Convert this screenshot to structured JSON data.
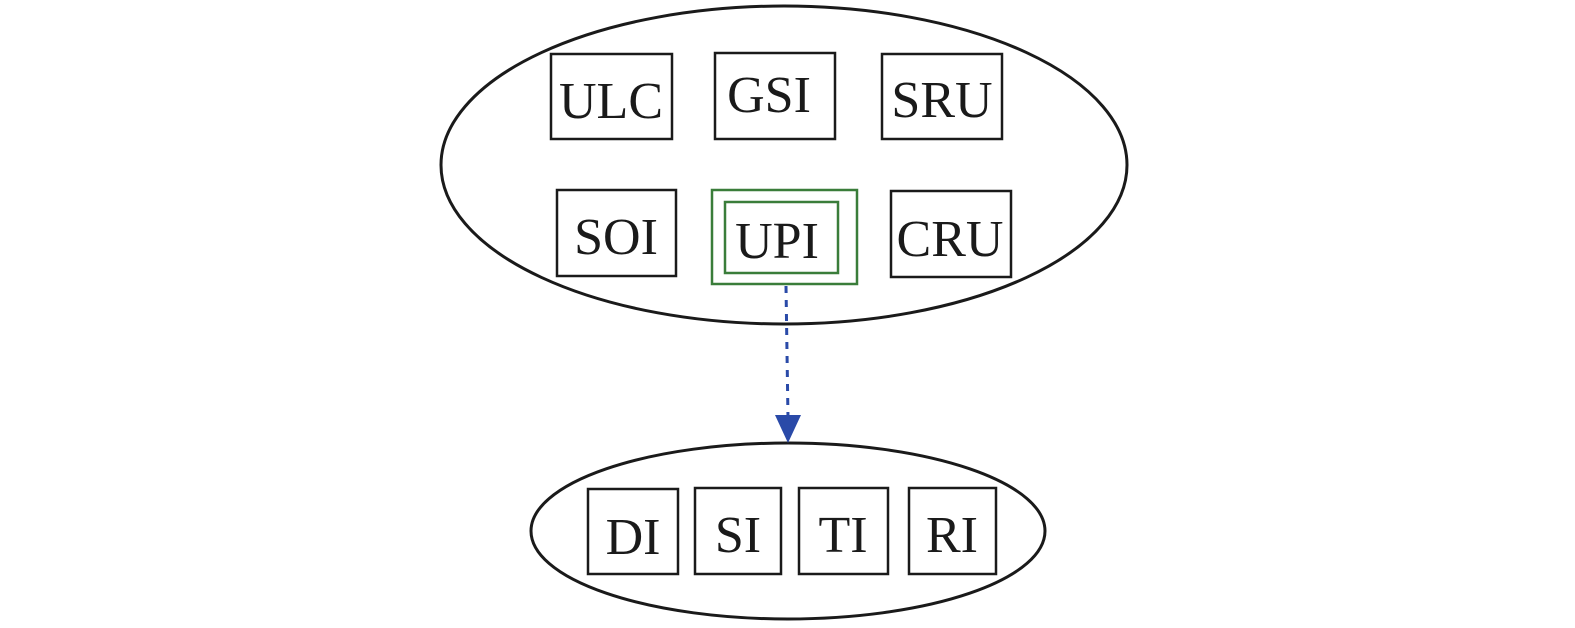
{
  "diagram": {
    "top_group": {
      "nodes": [
        "ULC",
        "GSI",
        "SRU",
        "SOI",
        "UPI",
        "CRU"
      ],
      "highlighted_node": "UPI"
    },
    "bottom_group": {
      "nodes": [
        "DI",
        "SI",
        "TI",
        "RI"
      ]
    },
    "colors": {
      "outline": "#1a1a1a",
      "highlight": "#3a7d3a",
      "arrow": "#2a4aa8"
    }
  }
}
